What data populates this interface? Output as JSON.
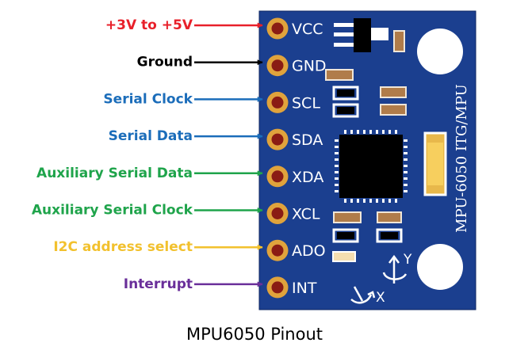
{
  "caption": "MPU6050 Pinout",
  "chip_label": "MPU-6050 ITG/MPU",
  "axis_labels": {
    "x": "X",
    "y": "Y"
  },
  "colors": {
    "board": "#1b3f8f",
    "pad": "#e0a33c",
    "pad_hole": "#8a1c14",
    "power": "#e8202a",
    "ground": "#000000",
    "serial": "#1b6dba",
    "auxiliary": "#1fa44b",
    "address": "#f2c12e",
    "interrupt": "#6a2f9a"
  },
  "pins": [
    {
      "pin": "VCC",
      "label": "+3V to +5V",
      "color": "#e8202a"
    },
    {
      "pin": "GND",
      "label": "Ground",
      "color": "#000000"
    },
    {
      "pin": "SCL",
      "label": "Serial Clock",
      "color": "#1b6dba"
    },
    {
      "pin": "SDA",
      "label": "Serial Data",
      "color": "#1b6dba"
    },
    {
      "pin": "XDA",
      "label": "Auxiliary Serial Data",
      "color": "#1fa44b"
    },
    {
      "pin": "XCL",
      "label": "Auxiliary Serial Clock",
      "color": "#1fa44b"
    },
    {
      "pin": "ADO",
      "label": "I2C address select",
      "color": "#f2c12e"
    },
    {
      "pin": "INT",
      "label": "Interrupt",
      "color": "#6a2f9a"
    }
  ]
}
